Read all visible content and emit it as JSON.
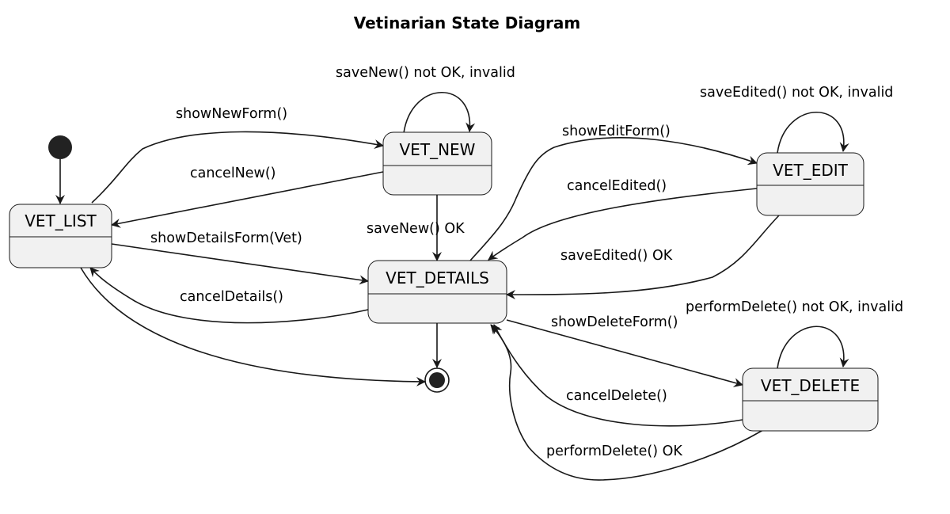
{
  "diagram": {
    "title": "Vetinarian State Diagram",
    "states": {
      "vet_list": "VET_LIST",
      "vet_new": "VET_NEW",
      "vet_details": "VET_DETAILS",
      "vet_edit": "VET_EDIT",
      "vet_delete": "VET_DELETE"
    },
    "transitions": {
      "show_new_form": "showNewForm()",
      "save_new_invalid": "saveNew() not OK, invalid",
      "cancel_new": "cancelNew()",
      "save_new_ok": "saveNew() OK",
      "show_details_form": "showDetailsForm(Vet)",
      "cancel_details": "cancelDetails()",
      "show_edit_form": "showEditForm()",
      "save_edited_invalid": "saveEdited() not OK, invalid",
      "cancel_edited": "cancelEdited()",
      "save_edited_ok": "saveEdited() OK",
      "show_delete_form": "showDeleteForm()",
      "perform_delete_invalid": "performDelete() not OK, invalid",
      "cancel_delete": "cancelDelete()",
      "perform_delete_ok": "performDelete() OK"
    },
    "colors": {
      "state_fill": "#f1f1f1",
      "stroke": "#181818",
      "background": "#ffffff"
    }
  }
}
